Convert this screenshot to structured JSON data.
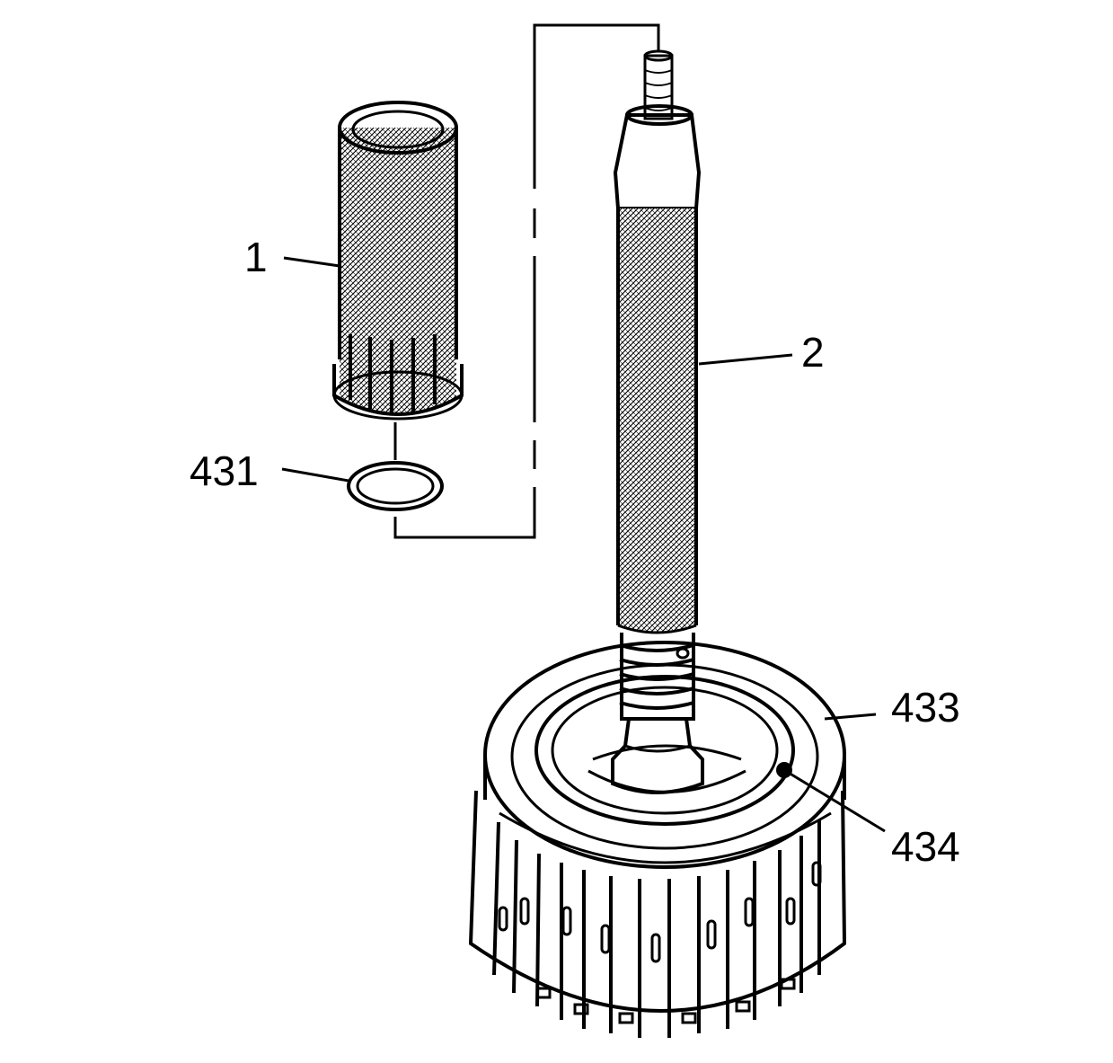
{
  "callouts": {
    "c1": "1",
    "c2": "2",
    "c431": "431",
    "c433": "433",
    "c434": "434"
  },
  "colors": {
    "ink": "#000000",
    "paper": "#ffffff"
  }
}
